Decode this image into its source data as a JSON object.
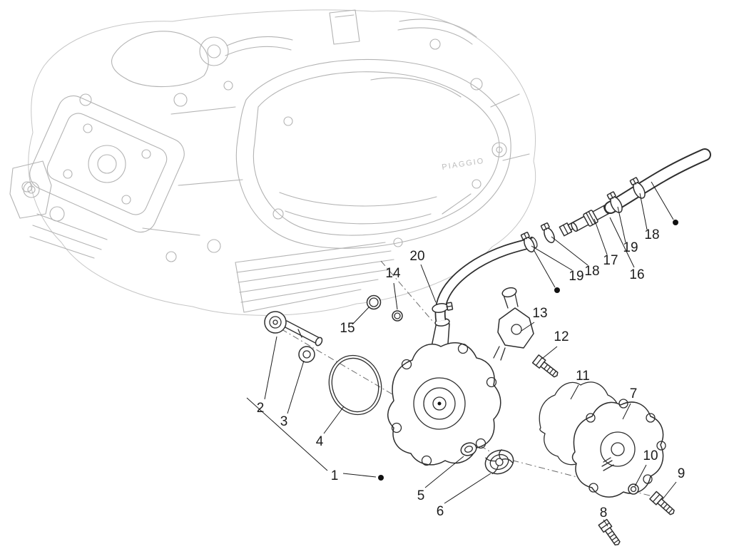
{
  "figure": {
    "watermark": "PIAGGIO",
    "colors": {
      "background": "#ffffff",
      "ink": "#1c1c1c",
      "part_line": "#2e2e2e",
      "sketch_line": "#b3b3b3"
    }
  },
  "callouts": [
    {
      "label": "2"
    },
    {
      "label": "3"
    },
    {
      "label": "4"
    },
    {
      "label": "1"
    },
    {
      "label": "5"
    },
    {
      "label": "6"
    },
    {
      "label": "11"
    },
    {
      "label": "7"
    },
    {
      "label": "10"
    },
    {
      "label": "9"
    },
    {
      "label": "8"
    },
    {
      "label": "12"
    },
    {
      "label": "13"
    },
    {
      "label": "14"
    },
    {
      "label": "20"
    },
    {
      "label": "15"
    },
    {
      "label": "16"
    },
    {
      "label": "17"
    },
    {
      "label": "18"
    },
    {
      "label": "19"
    },
    {
      "label": "19"
    },
    {
      "label": "18"
    }
  ]
}
